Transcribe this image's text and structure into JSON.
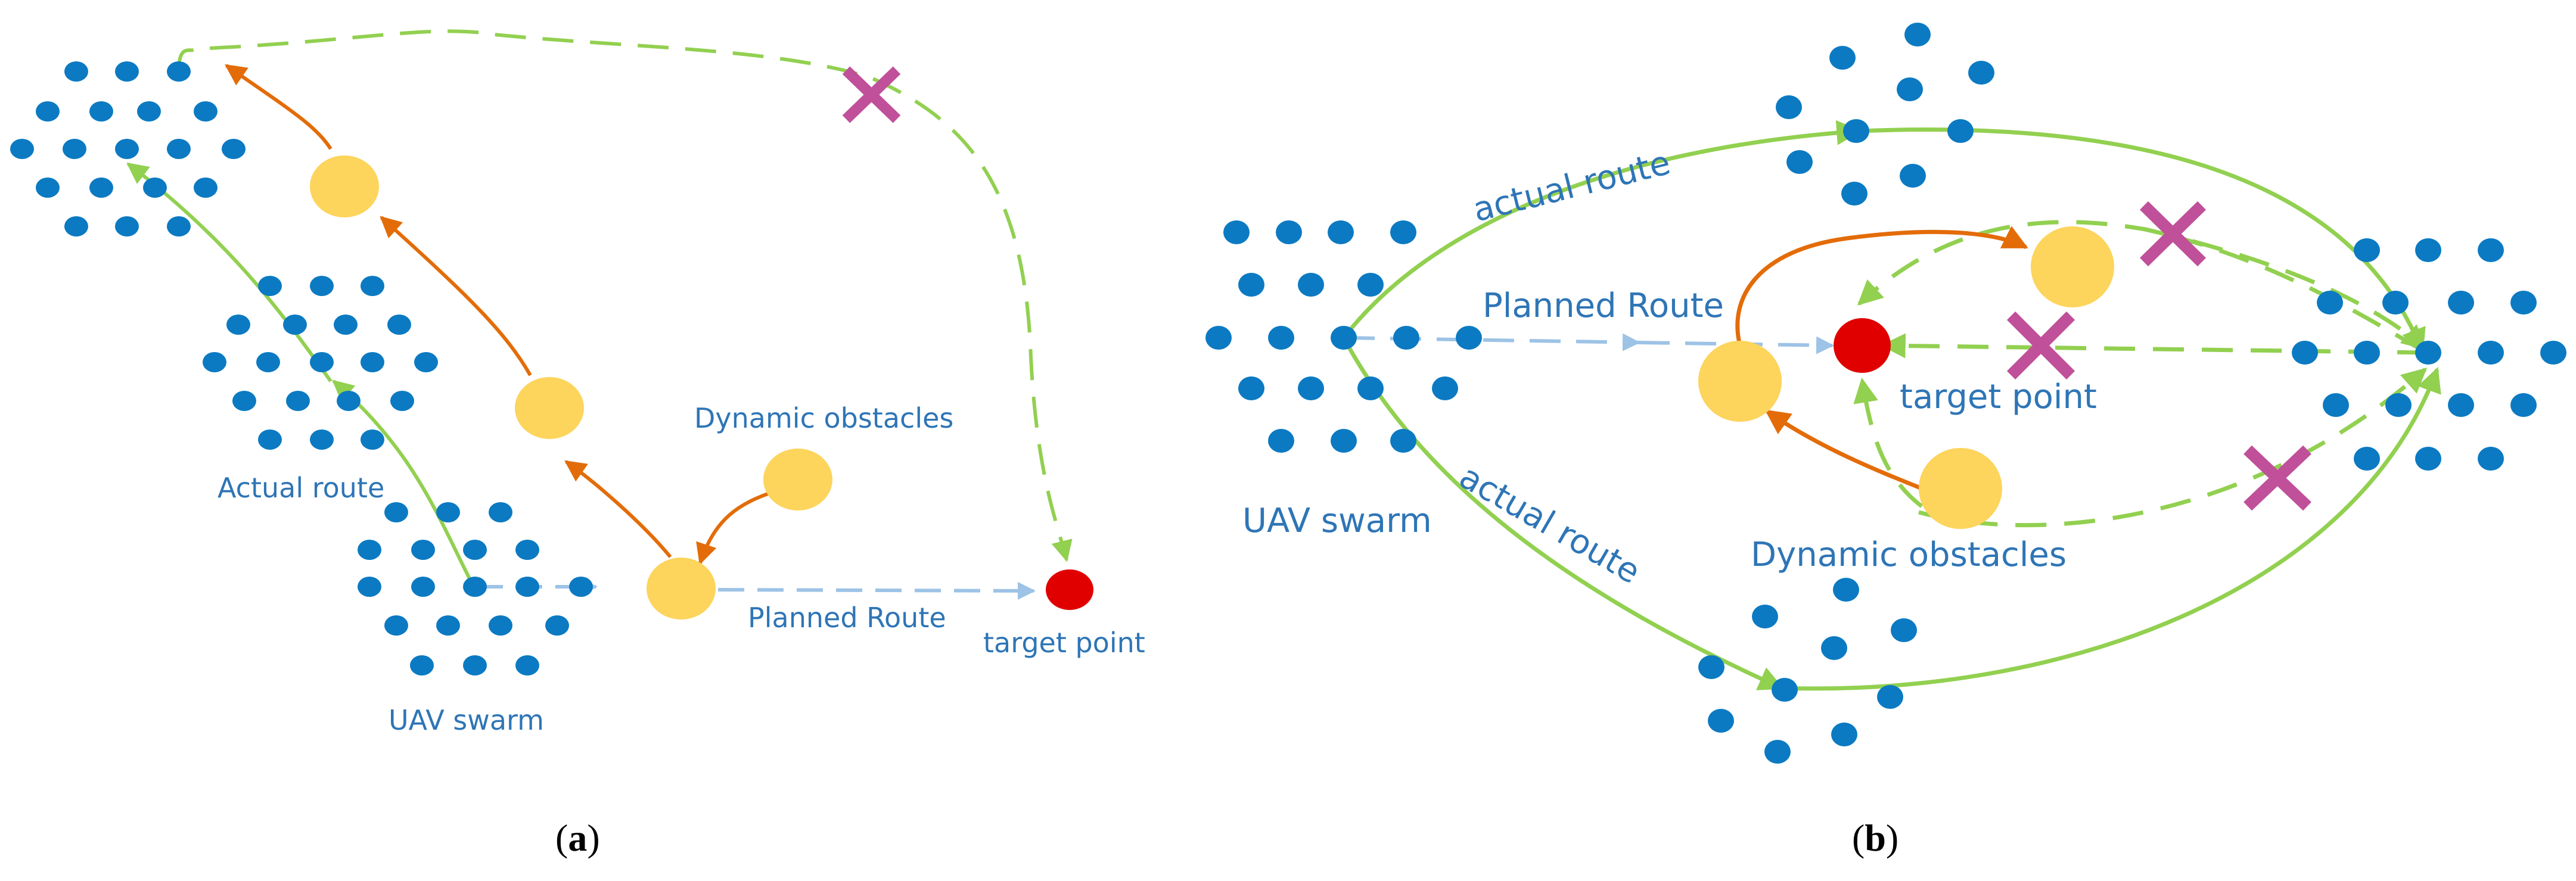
{
  "panel_a": {
    "caption_open": "(",
    "caption_letter": "a",
    "caption_close": ")",
    "labels": {
      "dynamic_obstacles": "Dynamic obstacles",
      "actual_route": "Actual route",
      "planned_route": "Planned Route",
      "target_point": "target point",
      "uav_swarm": "UAV swarm"
    }
  },
  "panel_b": {
    "caption_open": "(",
    "caption_letter": "b",
    "caption_close": ")",
    "labels": {
      "actual_route_top": "actual route",
      "planned_route": "Planned Route",
      "target_point": "target point",
      "uav_swarm": "UAV swarm",
      "actual_route_bottom": "actual route",
      "dynamic_obstacles": "Dynamic obstacles"
    }
  },
  "colors": {
    "uav": "#0b7ac2",
    "obstacle": "#fdd45c",
    "target": "#e00000",
    "actual_route": "#92d050",
    "planned_route": "#9dc3e6",
    "avoidance": "#e36c09",
    "cross": "#c0509a",
    "label_text": "#2e75b6"
  }
}
